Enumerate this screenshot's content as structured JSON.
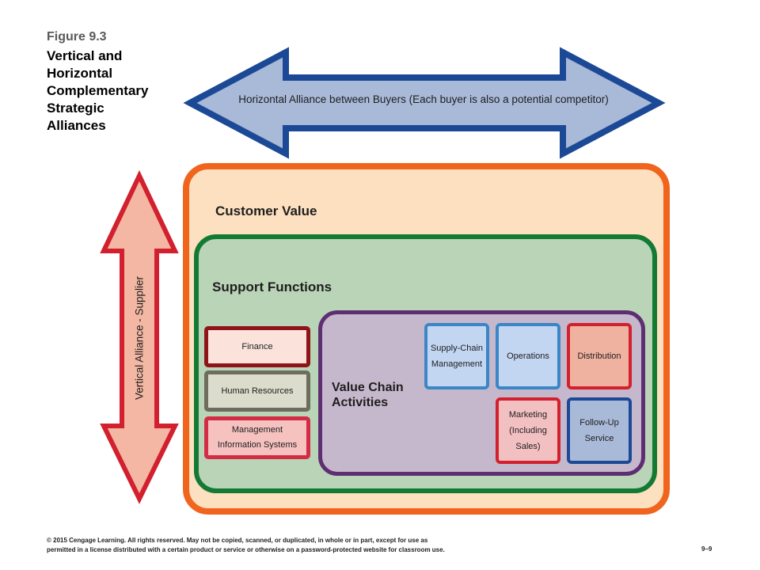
{
  "figure": {
    "number": "Figure 9.3",
    "title_lines": [
      "Vertical and",
      "Horizontal",
      "Complementary",
      "Strategic",
      "Alliances"
    ]
  },
  "horizontal_alliance": {
    "label": "Horizontal Alliance between Buyers (Each buyer is also a potential competitor)",
    "colors": {
      "fill": "#a9b9d8",
      "stroke": "#1c4996"
    }
  },
  "vertical_alliance": {
    "label": "Vertical Alliance - Supplier",
    "colors": {
      "fill": "#f3b7a3",
      "stroke": "#d2202e"
    }
  },
  "customer_value": {
    "label": "Customer Value",
    "colors": {
      "fill": "#fde0c0",
      "stroke": "#f0641e"
    }
  },
  "support_functions": {
    "label": "Support Functions",
    "colors": {
      "fill": "#bad4b8",
      "stroke": "#137a33"
    },
    "items": [
      {
        "lines": [
          "Finance"
        ]
      },
      {
        "lines": [
          "Human Resources"
        ]
      },
      {
        "lines": [
          "Management",
          "Information Systems"
        ]
      }
    ]
  },
  "value_chain": {
    "label_lines": [
      "Value Chain",
      "Activities"
    ],
    "colors": {
      "fill": "#c6b8cc",
      "stroke": "#5e2e72"
    },
    "activities": [
      {
        "lines": [
          "Supply-Chain",
          "Management"
        ]
      },
      {
        "lines": [
          "Operations"
        ]
      },
      {
        "lines": [
          "Distribution"
        ]
      },
      {
        "lines": [
          "Marketing",
          "(Including",
          "Sales)"
        ]
      },
      {
        "lines": [
          "Follow-Up",
          "Service"
        ]
      }
    ]
  },
  "footer": {
    "lines": [
      "© 2015 Cengage Learning. All rights reserved. May not be copied, scanned, or duplicated, in whole or in part, except for use as",
      "permitted in a license distributed with a certain product or service or otherwise on a password-protected website for classroom use."
    ],
    "page": "9–9"
  }
}
